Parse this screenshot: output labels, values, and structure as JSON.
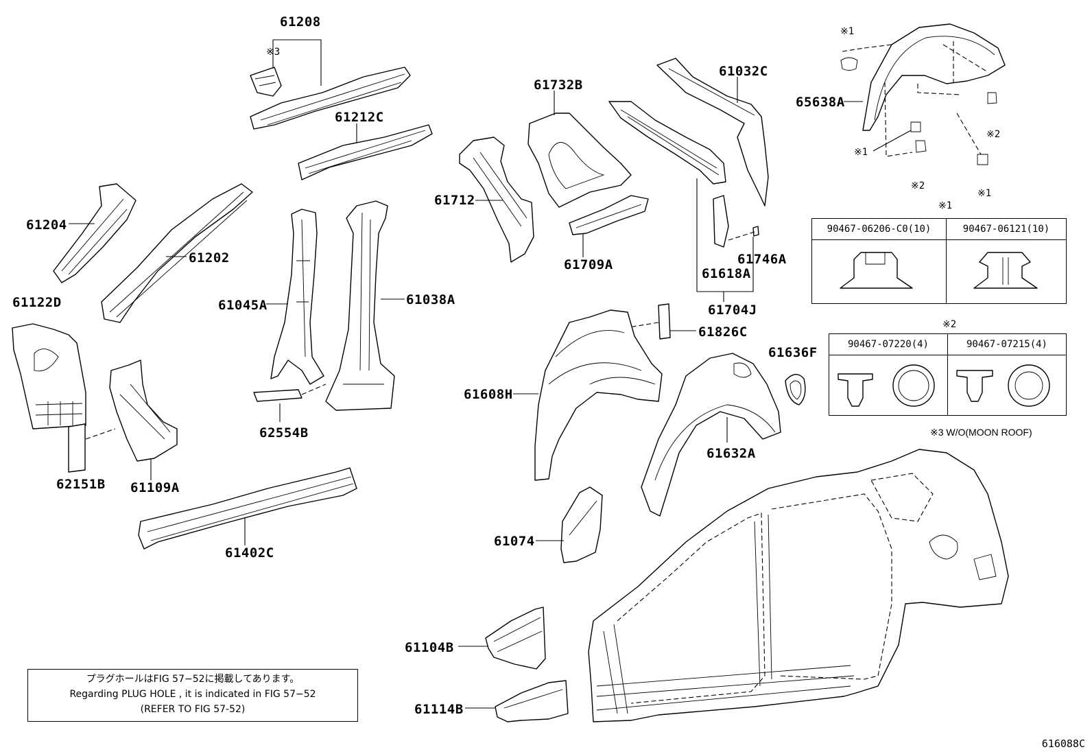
{
  "parts": {
    "p61208": "61208",
    "p61212C": "61212C",
    "p61204": "61204",
    "p61202": "61202",
    "p61122D": "61122D",
    "p61045A": "61045A",
    "p61038A": "61038A",
    "p62554B": "62554B",
    "p62151B": "62151B",
    "p61109A": "61109A",
    "p61402C": "61402C",
    "p61732B": "61732B",
    "p61712": "61712",
    "p61709A": "61709A",
    "p61032C": "61032C",
    "p61746A": "61746A",
    "p61618A": "61618A",
    "p61704J": "61704J",
    "p61826C": "61826C",
    "p61608H": "61608H",
    "p61636F": "61636F",
    "p61632A": "61632A",
    "p61074": "61074",
    "p61104B": "61104B",
    "p61114B": "61114B",
    "p65638A": "65638A"
  },
  "marks": {
    "m3": "※3",
    "m1": "※1",
    "m2": "※2"
  },
  "clips1": {
    "title": "※1",
    "col1": "90467-06206-C0(10)",
    "col2": "90467-06121(10)"
  },
  "clips2": {
    "title": "※2",
    "col1": "90467-07220(4)",
    "col2": "90467-07215(4)"
  },
  "note3": "※3 W/O(MOON ROOF)",
  "plug_note": {
    "line1": "プラグホールはFIG 57−52に掲載してあります。",
    "line2": "Regarding PLUG HOLE , it is indicated in FIG 57−52",
    "line3": "(REFER TO FIG 57-52)"
  },
  "figure_code": "616088C"
}
